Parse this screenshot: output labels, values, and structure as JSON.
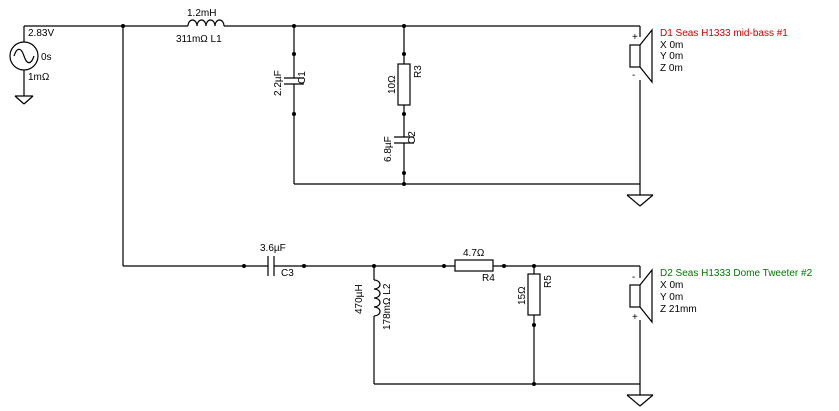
{
  "source": {
    "amplitude": "2.83V",
    "delay": "0s",
    "resistance": "1mΩ"
  },
  "L1": {
    "value": "1.2mH",
    "resistance_name": "311mΩ L1"
  },
  "C1": {
    "value": "2.2µF",
    "name": "C1"
  },
  "R3": {
    "value": "10Ω",
    "name": "R3"
  },
  "C2": {
    "value": "6.8µF",
    "name": "C2"
  },
  "C3": {
    "value": "3.6µF",
    "name": "C3"
  },
  "L2": {
    "value": "470µH",
    "resistance_name": "178mΩ L2"
  },
  "R4": {
    "value": "4.7Ω",
    "name": "R4"
  },
  "R5": {
    "value": "15Ω",
    "name": "R5"
  },
  "D1": {
    "title": "D1 Seas H1333 mid-bass #1",
    "x": "X 0m",
    "y": "Y 0m",
    "z": "Z 0m",
    "plus": "+",
    "minus": "-",
    "color": "#cc0000"
  },
  "D2": {
    "title": "D2 Seas H1333 Dome Tweeter #2",
    "x": "X 0m",
    "y": "Y 0m",
    "z": "Z 21mm",
    "plus": "+",
    "minus": "-",
    "color": "#007700"
  }
}
